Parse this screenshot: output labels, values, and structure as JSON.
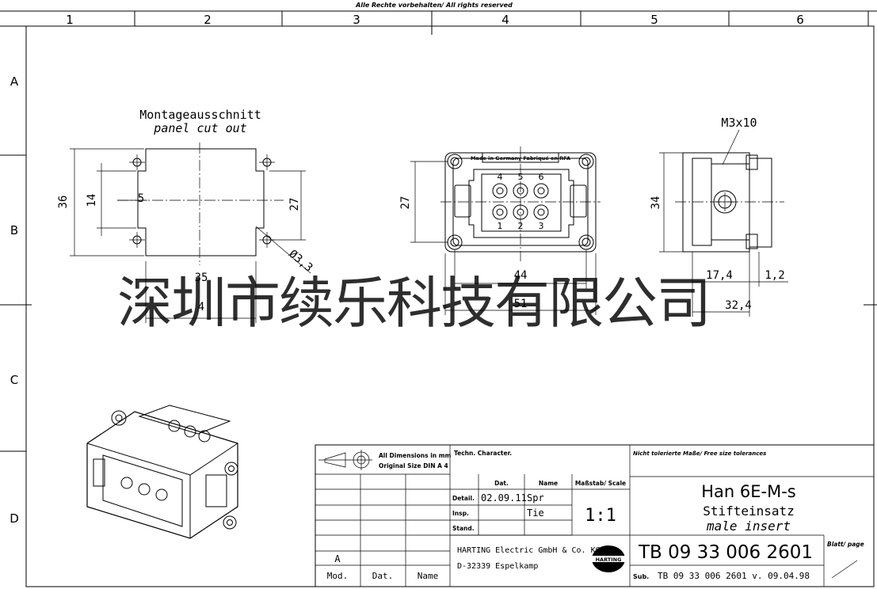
{
  "header": {
    "copyright": "Alle Rechte vorbehalten/ All rights reserved"
  },
  "grid": {
    "columns": [
      "1",
      "2",
      "3",
      "4",
      "5",
      "6"
    ],
    "rows": [
      "A",
      "B",
      "C",
      "D"
    ]
  },
  "views": {
    "cutout": {
      "title_de": "Montageausschnitt",
      "title_en": "panel cut out",
      "dims": {
        "height": "36",
        "inner": "14",
        "step": "5",
        "hole_spacing_v": "27",
        "hole_dia": "Ø3,3",
        "width": "35",
        "width_inner": "4"
      }
    },
    "front": {
      "label_de_en": "Made in Germany Fabriqué en RFA",
      "pins_top": [
        "4",
        "5",
        "6"
      ],
      "pins_bottom": [
        "1",
        "2",
        "3"
      ],
      "dims": {
        "height": "27",
        "width": "44",
        "width_total": "51"
      }
    },
    "side": {
      "screw": "M3x10",
      "dims": {
        "height": "34",
        "depth": "17,4",
        "flange": "1,2",
        "total": "32,4"
      }
    }
  },
  "watermark": "深圳市续乐科技有限公司",
  "title_block": {
    "dimensions_note_1": "All Dimensions in mm",
    "dimensions_note_2": "Original Size DIN A 4",
    "tech_character": "Techn. Character.",
    "tolerance": "Nicht tolerierte Maße/ Free size tolerances",
    "col_date": "Dat.",
    "col_name": "Name",
    "scale_label": "Maßstab/ Scale",
    "scale": "1:1",
    "rows": [
      {
        "label": "Detail.",
        "date": "02.09.11",
        "name": "Spr"
      },
      {
        "label": "Insp.",
        "date": "",
        "name": "Tie"
      },
      {
        "label": "Stand.",
        "date": "",
        "name": ""
      }
    ],
    "revision": "A",
    "mod_label": "Mod.",
    "date_label": "Dat.",
    "name_label": "Name",
    "company_1": "HARTING Electric GmbH & Co. KG",
    "company_2": "D-32339 Espelkamp",
    "logo_text": "HARTING",
    "product": "Han 6E-M-s",
    "desc_de": "Stifteinsatz",
    "desc_en": "male insert",
    "part_number": "TB 09 33 006 2601",
    "sub_label": "Sub.",
    "sub_value": "TB 09 33 006 2601   v. 09.04.98",
    "page_label": "Blatt/ page"
  }
}
